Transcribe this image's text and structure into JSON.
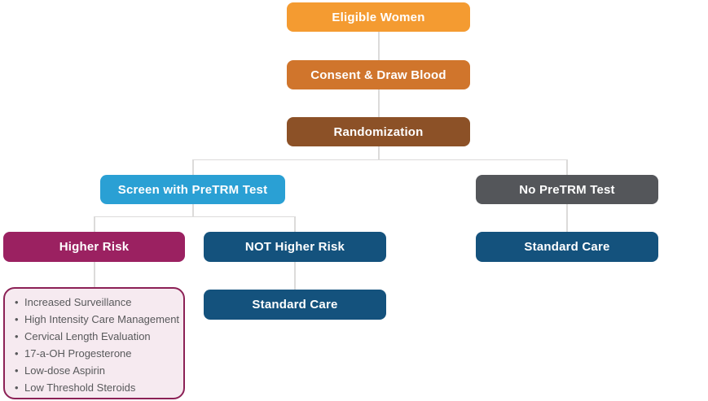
{
  "diagram": {
    "description": "Clinical study design flowchart for the PreTRM test",
    "colors": {
      "connector_line": "#dcdbda",
      "eligible_women_bg": "#f49b31",
      "consent_bg": "#d0752c",
      "randomization_bg": "#8c5127",
      "screen_pretrm_bg": "#2aa0d4",
      "no_pretrm_bg": "#54565a",
      "higher_risk_bg": "#9b2161",
      "standard_navy_bg": "#14527d",
      "interventions_bg": "#f6eaf0",
      "interventions_border": "#8c2156",
      "interventions_text": "#58595b",
      "node_text": "#ffffff"
    },
    "nodes": {
      "eligible_women": {
        "label": "Eligible Women",
        "color": "#f49b31"
      },
      "consent_draw_blood": {
        "label": "Consent & Draw Blood",
        "color": "#d0752c"
      },
      "randomization": {
        "label": "Randomization",
        "color": "#8c5127"
      },
      "screen_with_pretrm": {
        "label": "Screen with PreTRM Test",
        "color": "#2aa0d4"
      },
      "no_pretrm_test": {
        "label": "No PreTRM Test",
        "color": "#54565a"
      },
      "higher_risk": {
        "label": "Higher Risk",
        "color": "#9b2161"
      },
      "not_higher_risk": {
        "label": "NOT Higher Risk",
        "color": "#14527d"
      },
      "standard_care_no_test": {
        "label": "Standard Care",
        "color": "#14527d"
      },
      "standard_care_not_higher": {
        "label": "Standard Care",
        "color": "#14527d"
      }
    },
    "higher_risk_interventions": {
      "bg": "#f6eaf0",
      "items": [
        "Increased Surveillance",
        "High Intensity Care Management",
        "Cervical Length Evaluation",
        "17-a-OH Progesterone",
        "Low-dose Aspirin",
        "Low Threshold Steroids"
      ]
    }
  }
}
